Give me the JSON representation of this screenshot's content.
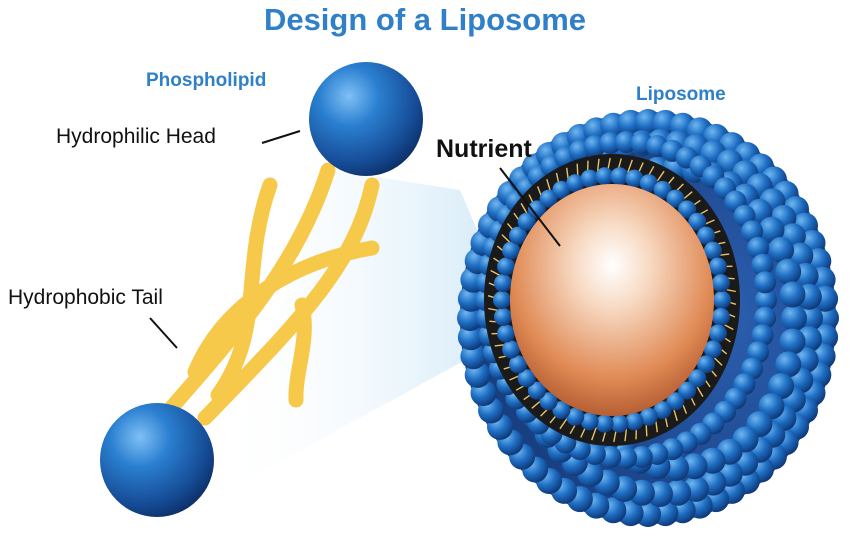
{
  "diagram": {
    "title": "Design of a Liposome",
    "labels": {
      "phospholipid": "Phospholipid",
      "liposome": "Liposome",
      "hydrophilic_head": "Hydrophilic Head",
      "nutrient": "Nutrient",
      "hydrophobic_tail": "Hydrophobic Tail"
    },
    "colors": {
      "title_blue": "#2f80c8",
      "head_blue": "#1f5fae",
      "tail_yellow": "#f6c94a",
      "nutrient_orange": "#e08a55",
      "bilayer_core": "#1a1a1a"
    }
  }
}
